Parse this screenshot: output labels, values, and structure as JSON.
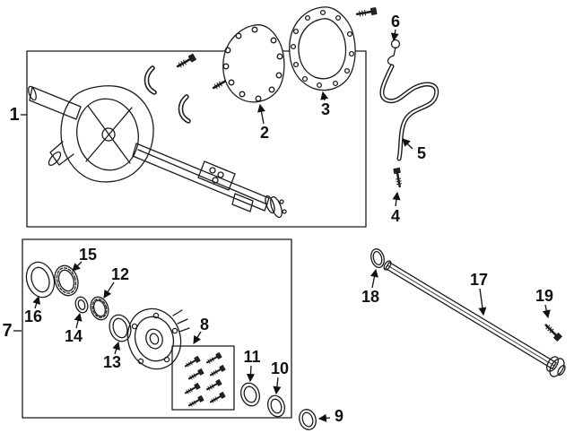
{
  "figure": {
    "background": "#ffffff",
    "line_color": "#1b1b1b",
    "type": "exploded-parts-diagram",
    "callouts": {
      "c1": "1",
      "c2": "2",
      "c3": "3",
      "c4": "4",
      "c5": "5",
      "c6": "6",
      "c7": "7",
      "c8": "8",
      "c9": "9",
      "c10": "10",
      "c11": "11",
      "c12": "12",
      "c13": "13",
      "c14": "14",
      "c15": "15",
      "c16": "16",
      "c17": "17",
      "c18": "18",
      "c19": "19"
    }
  }
}
